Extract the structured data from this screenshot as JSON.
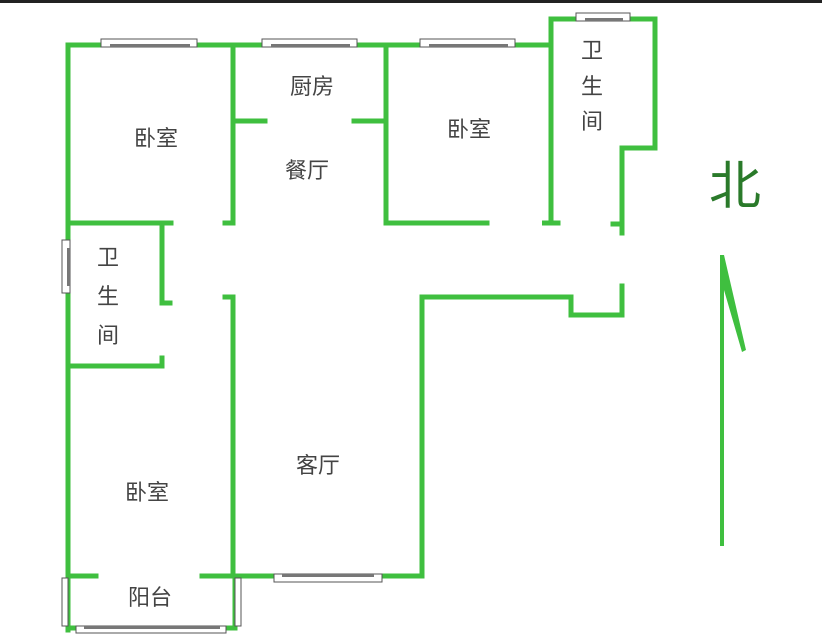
{
  "rooms": {
    "bedroom_nw": "卧室",
    "kitchen": "厨房",
    "dining": "餐厅",
    "bedroom_n": "卧室",
    "bathroom_ne": [
      "卫",
      "生",
      "间"
    ],
    "bathroom_w": [
      "卫",
      "生",
      "间"
    ],
    "bedroom_sw": "卧室",
    "living_room": "客厅",
    "balcony": "阳台"
  },
  "compass": {
    "label": "北",
    "direction": "up"
  },
  "colors": {
    "wall": "#3fbf3f",
    "compass_text": "#2a7a2a"
  }
}
